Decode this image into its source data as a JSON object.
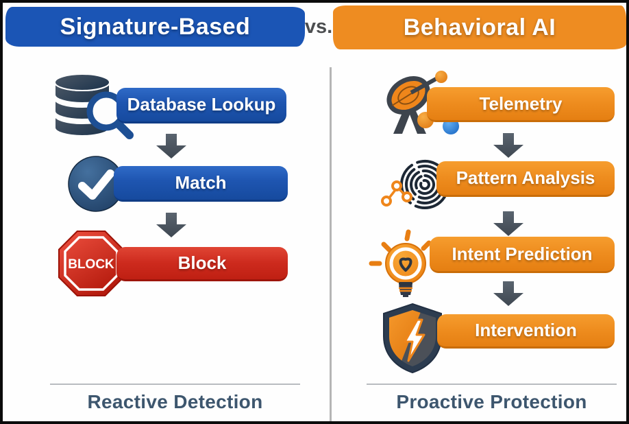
{
  "header": {
    "left_title": "Signature-Based",
    "vs_label": "vs.",
    "right_title": "Behavioral AI"
  },
  "columns": {
    "left": {
      "steps": [
        {
          "label": "Database Lookup",
          "icon": "database-search-icon"
        },
        {
          "label": "Match",
          "icon": "checkmark-circle-icon"
        },
        {
          "label": "Block",
          "icon": "stop-sign-icon",
          "badge": "BLOCK"
        }
      ],
      "footer_label": "Reactive Detection"
    },
    "right": {
      "steps": [
        {
          "label": "Telemetry",
          "icon": "satellite-dish-icon"
        },
        {
          "label": "Pattern Analysis",
          "icon": "fingerprint-icon"
        },
        {
          "label": "Intent Prediction",
          "icon": "lightbulb-icon"
        },
        {
          "label": "Intervention",
          "icon": "shield-lightning-icon"
        }
      ],
      "footer_label": "Proactive Protection"
    }
  },
  "colors": {
    "left_accent": "#1b55b5",
    "right_accent": "#ee8c21",
    "block_red": "#cd2a1d",
    "arrow_gray": "#49525c",
    "footer_text": "#3d566e",
    "divider_gray": "#b5b5b5",
    "vs_text": "#4c4e50"
  }
}
